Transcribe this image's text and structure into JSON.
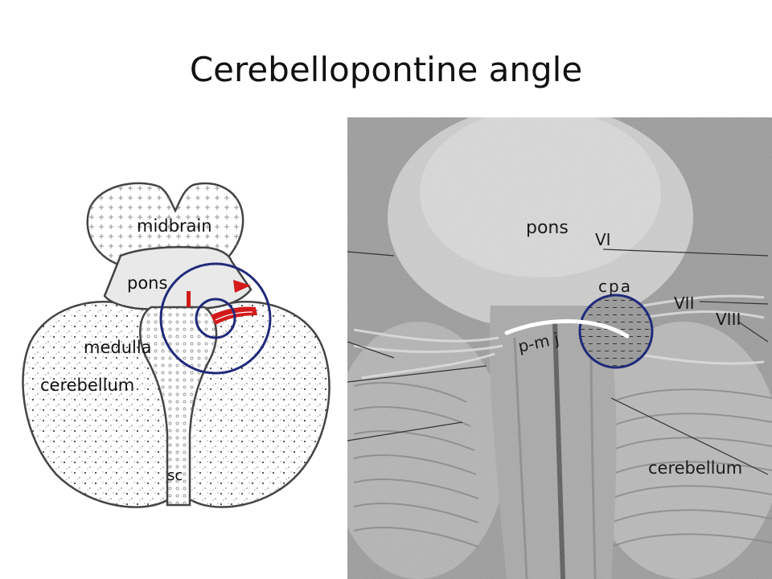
{
  "slide": {
    "title": "Cerebellopontine angle"
  },
  "schematic": {
    "labels": {
      "midbrain": "midbrain",
      "pons": "pons",
      "medulla": "medulla",
      "cerebellum": "cerebellum",
      "spinal_cord": "sc"
    }
  },
  "photo": {
    "labels": {
      "pons": "pons",
      "cn_vi": "VI",
      "cpa": "cpa",
      "cn_vii": "VII",
      "cn_viii": "VIII",
      "pmj": "p-m j",
      "cerebellum": "cerebellum"
    }
  },
  "colors": {
    "outline": "#3a3a3a",
    "pons_fill": "#e9e9e9",
    "highlight_circle": "#1f2a7a",
    "nerves": "#d21a1a",
    "junction_line": "#ffffff",
    "photo_bg": "#9a9a9a"
  }
}
